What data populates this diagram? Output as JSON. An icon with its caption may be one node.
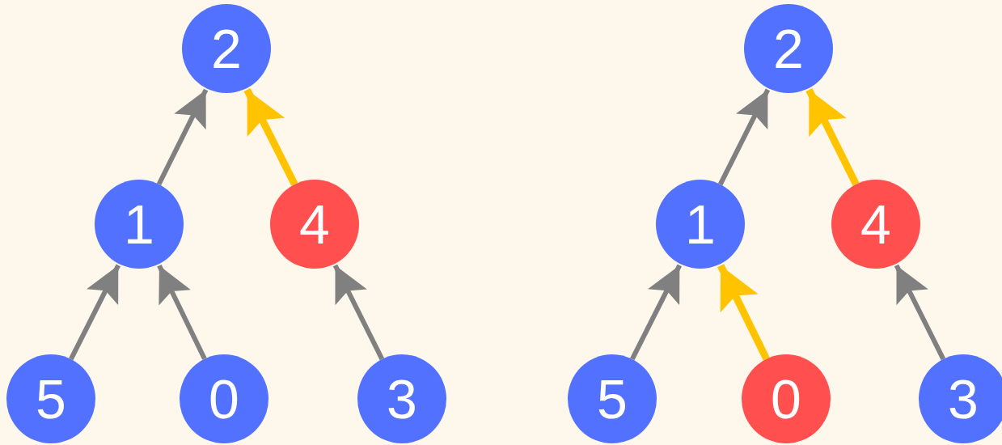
{
  "diagram": {
    "nodes": [
      {
        "text": [
          "2"
        ]
      },
      {
        "text": [
          "1"
        ]
      },
      {
        "text": [
          "4"
        ]
      },
      {
        "text": [
          "5"
        ]
      },
      {
        "text": [
          "0"
        ]
      },
      {
        "text": [
          "3"
        ]
      },
      {
        "text": [
          "2"
        ]
      },
      {
        "text": [
          "1"
        ]
      },
      {
        "text": [
          "4"
        ]
      },
      {
        "text": [
          "5"
        ]
      },
      {
        "text": [
          "0"
        ]
      },
      {
        "text": [
          "3"
        ]
      }
    ],
    "edges": [
      {
        "from": 1,
        "to": 0,
        "arrow": "to"
      },
      {
        "from": 2,
        "to": 0,
        "arrow": "to",
        "color": "#ffc300"
      },
      {
        "from": 3,
        "to": 1,
        "arrow": "to"
      },
      {
        "from": 4,
        "to": 1,
        "arrow": "to"
      },
      {
        "from": 5,
        "to": 2,
        "arrow": "to"
      },
      {
        "from": 7,
        "to": 6,
        "arrow": "to"
      },
      {
        "from": 8,
        "to": 6,
        "arrow": "to",
        "color": "#ffc300"
      },
      {
        "from": 9,
        "to": 7,
        "arrow": "to"
      },
      {
        "from": 10,
        "to": 7,
        "arrow": "to",
        "color": "#ffc300"
      },
      {
        "from": 11,
        "to": 8,
        "arrow": "to"
      }
    ]
  }
}
